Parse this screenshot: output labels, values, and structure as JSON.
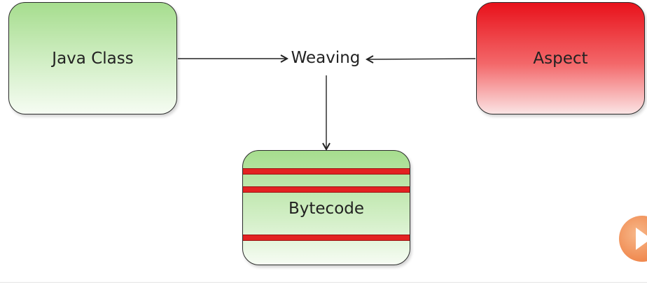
{
  "diagram": {
    "nodes": {
      "java_class": "Java Class",
      "weaving": "Weaving",
      "aspect": "Aspect",
      "bytecode": "Bytecode"
    },
    "edges": [
      {
        "from": "Java Class",
        "to": "Weaving"
      },
      {
        "from": "Aspect",
        "to": "Weaving"
      },
      {
        "from": "Weaving",
        "to": "Bytecode"
      }
    ],
    "colors": {
      "green_node": "#a6dd8e",
      "red_node": "#e8121b",
      "bytecode_stripe": "#e32222",
      "player_accent": "#f0894f"
    }
  },
  "player": {
    "icon": "play-icon"
  }
}
